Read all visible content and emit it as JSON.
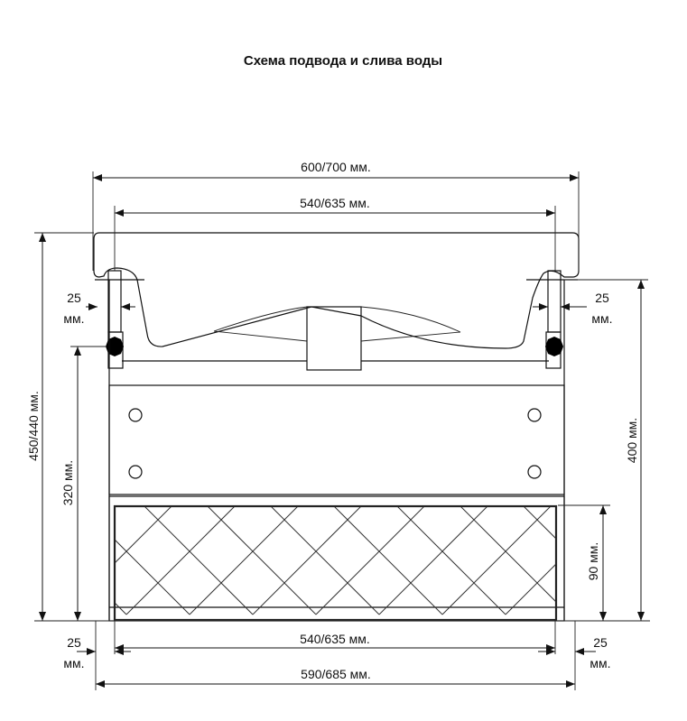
{
  "title": "Схема подвода и слива воды",
  "dimensions": {
    "total_width": "600/700 мм.",
    "basin_width": "540/635 мм.",
    "left_offset_top_value": "25",
    "left_offset_top_unit": "мм.",
    "right_offset_top_value": "25",
    "right_offset_top_unit": "мм.",
    "total_height": "450/440 мм.",
    "supply_height": "320 мм.",
    "drain_height": "400 мм.",
    "drawer_height": "90 мм.",
    "left_offset_bottom_value": "25",
    "left_offset_bottom_unit": "мм.",
    "right_offset_bottom_value": "25",
    "right_offset_bottom_unit": "мм.",
    "bottom_inner_width": "540/635 мм.",
    "cabinet_width": "590/685 мм."
  }
}
